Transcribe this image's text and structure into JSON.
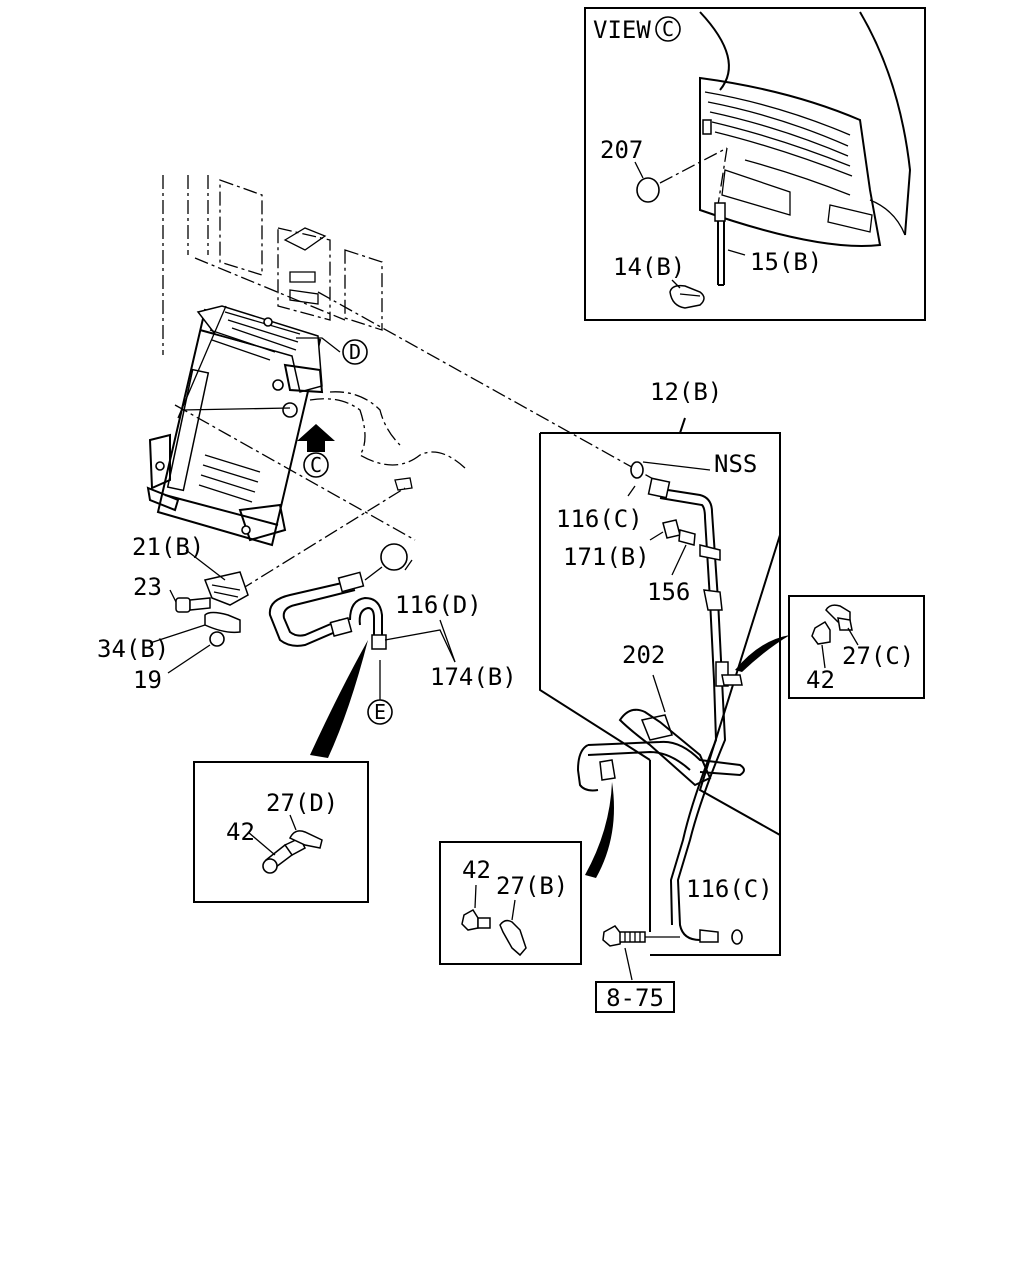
{
  "view_panel": {
    "title": "VIEW",
    "view_letter": "C"
  },
  "callouts": {
    "207": "207",
    "14b": "14(B)",
    "15b": "15(B)",
    "12b": "12(B)",
    "nss": "NSS",
    "116c_top": "116(C)",
    "171b": "171(B)",
    "156": "156",
    "202": "202",
    "27c": "27(C)",
    "42_right": "42",
    "116c_bottom": "116(C)",
    "21b": "21(B)",
    "23": "23",
    "34b": "34(B)",
    "19": "19",
    "116d": "116(D)",
    "174b": "174(B)",
    "27d": "27(D)",
    "42_left": "42",
    "42_mid": "42",
    "27b": "27(B)",
    "ref_8_75": "8-75"
  },
  "circle_markers": {
    "d": "D",
    "c": "C",
    "e": "E"
  }
}
